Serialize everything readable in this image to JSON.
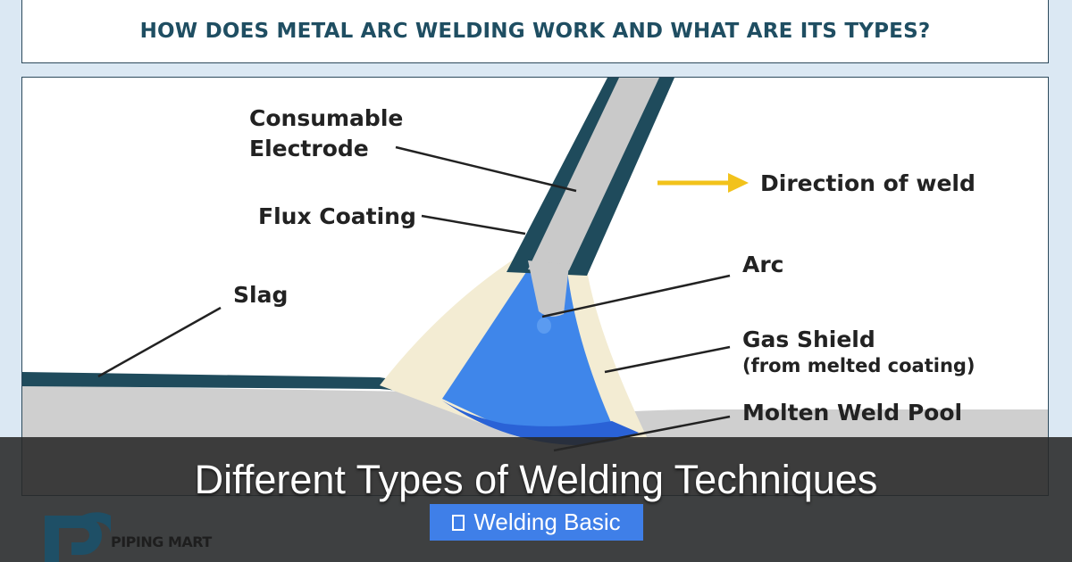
{
  "header": {
    "title": "HOW DOES METAL ARC WELDING WORK AND WHAT ARE ITS TYPES?"
  },
  "diagram": {
    "labels": {
      "consumable_line1": "Consumable",
      "consumable_line2": "Electrode",
      "flux_coating": "Flux Coating",
      "slag": "Slag",
      "direction": "Direction of weld",
      "arc": "Arc",
      "gas_shield": "Gas Shield",
      "gas_shield_sub": "(from melted coating)",
      "molten_pool": "Molten Weld Pool"
    },
    "colors": {
      "electrode_coating": "#1f4b5c",
      "electrode_core": "#c9c9c9",
      "gas_shield": "#f3ecd3",
      "arc": "#3f86ea",
      "weld_pool": "#2a62d6",
      "workpiece": "#cfcfcf",
      "slag": "#1f4b5c",
      "arrow": "#f2c21b"
    }
  },
  "post": {
    "headline": "Different Types of Welding Techniques",
    "category": "Welding Basic",
    "category_icon": "folder-icon"
  },
  "brand": {
    "logo_text": "PIPING MART",
    "color": "#1e4f66"
  }
}
